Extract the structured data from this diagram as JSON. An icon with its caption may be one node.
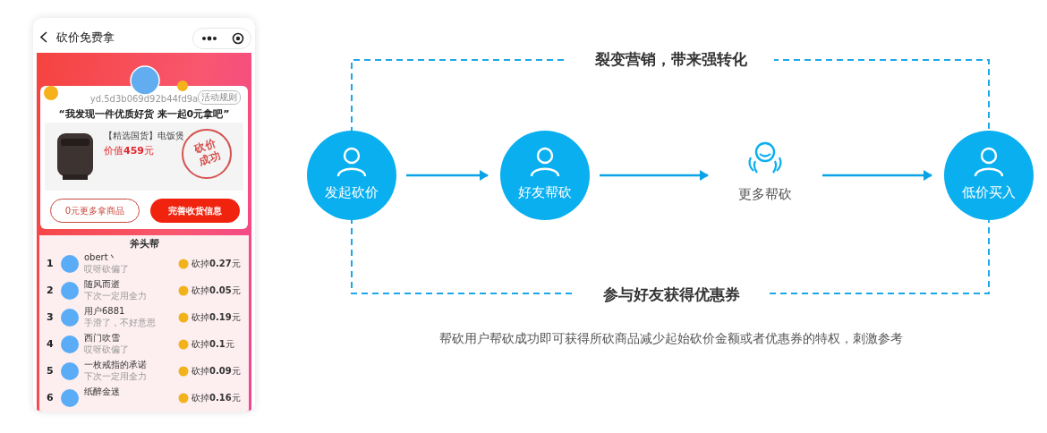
{
  "diagram": {
    "caption": "帮砍用户帮砍成功即可获得所砍商品减少起始砍价金额或者优惠券的特权，刺激参考",
    "nodes": [
      {
        "text": [
          "发起砍价"
        ]
      },
      {
        "text": [
          "好友帮砍"
        ]
      },
      {
        "text": [
          "更多帮砍"
        ]
      },
      {
        "text": [
          "低价买入"
        ]
      }
    ],
    "edges": [
      {
        "from": 0,
        "to": 1,
        "arrow": "to"
      },
      {
        "from": 1,
        "to": 2,
        "arrow": "to"
      },
      {
        "from": 2,
        "to": 3,
        "arrow": "to"
      },
      {
        "from": 0,
        "to": 3,
        "arrow": "none",
        "style": "dashed",
        "label": "裂变营销，带来强转化"
      },
      {
        "from": 0,
        "to": 3,
        "arrow": "none",
        "style": "dashed",
        "label": "参与好友获得优惠券"
      }
    ],
    "labels": [
      "砍价免费拿",
      "yd.5d3b069d92b44fd9a",
      "活动规则",
      "“我发现一件优质好货 来一起0元拿吧”",
      "【精选国货】电饭煲",
      "价值**459**元",
      "砍价成功",
      "0元更多拿商品",
      "完善收货信息",
      "斧头帮",
      "1",
      "obert丶",
      "哎呀砍偏了",
      "砍掉**0.27**元",
      "2",
      "随风而逝",
      "下次一定用全力",
      "砍掉**0.05**元",
      "3",
      "用户6881",
      "手滑了，不好意思",
      "砍掉**0.19**元",
      "4",
      "西门吹雪",
      "哎呀砍偏了",
      "砍掉**0.1**元",
      "5",
      "一枚戒指的承诺",
      "下次一定用全力",
      "砍掉**0.09**元",
      "6",
      "纸醉金迷",
      "砍掉**0.16**元"
    ]
  }
}
